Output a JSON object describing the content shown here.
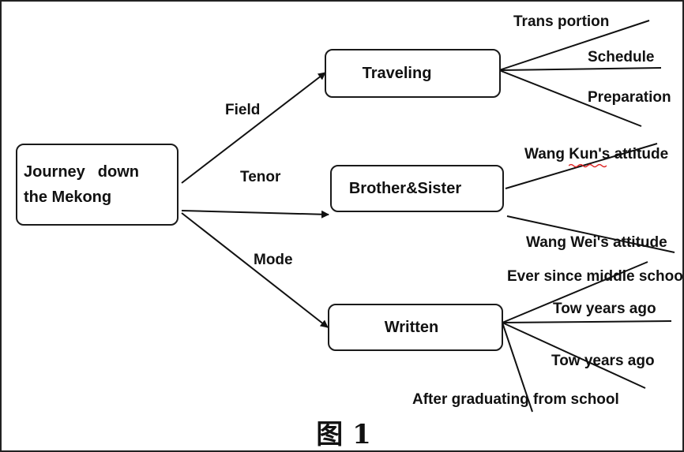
{
  "root": {
    "line1_left": "Journey",
    "line1_right": "down",
    "line2": "the Mekong"
  },
  "relations": {
    "field": "Field",
    "tenor": "Tenor",
    "mode": "Mode"
  },
  "nodes": {
    "traveling": "Traveling",
    "brother_sister": "Brother&Sister",
    "written": "Written"
  },
  "leaves": {
    "traveling": [
      "Trans portion",
      "Schedule",
      "Preparation"
    ],
    "brother_sister": [
      "Wang Kun's attitude",
      "Wang Wei's attitude"
    ],
    "written": [
      "Ever since middle schoo",
      "Tow years ago",
      "Tow years ago",
      "After graduating from school"
    ]
  },
  "caption": "图 1"
}
